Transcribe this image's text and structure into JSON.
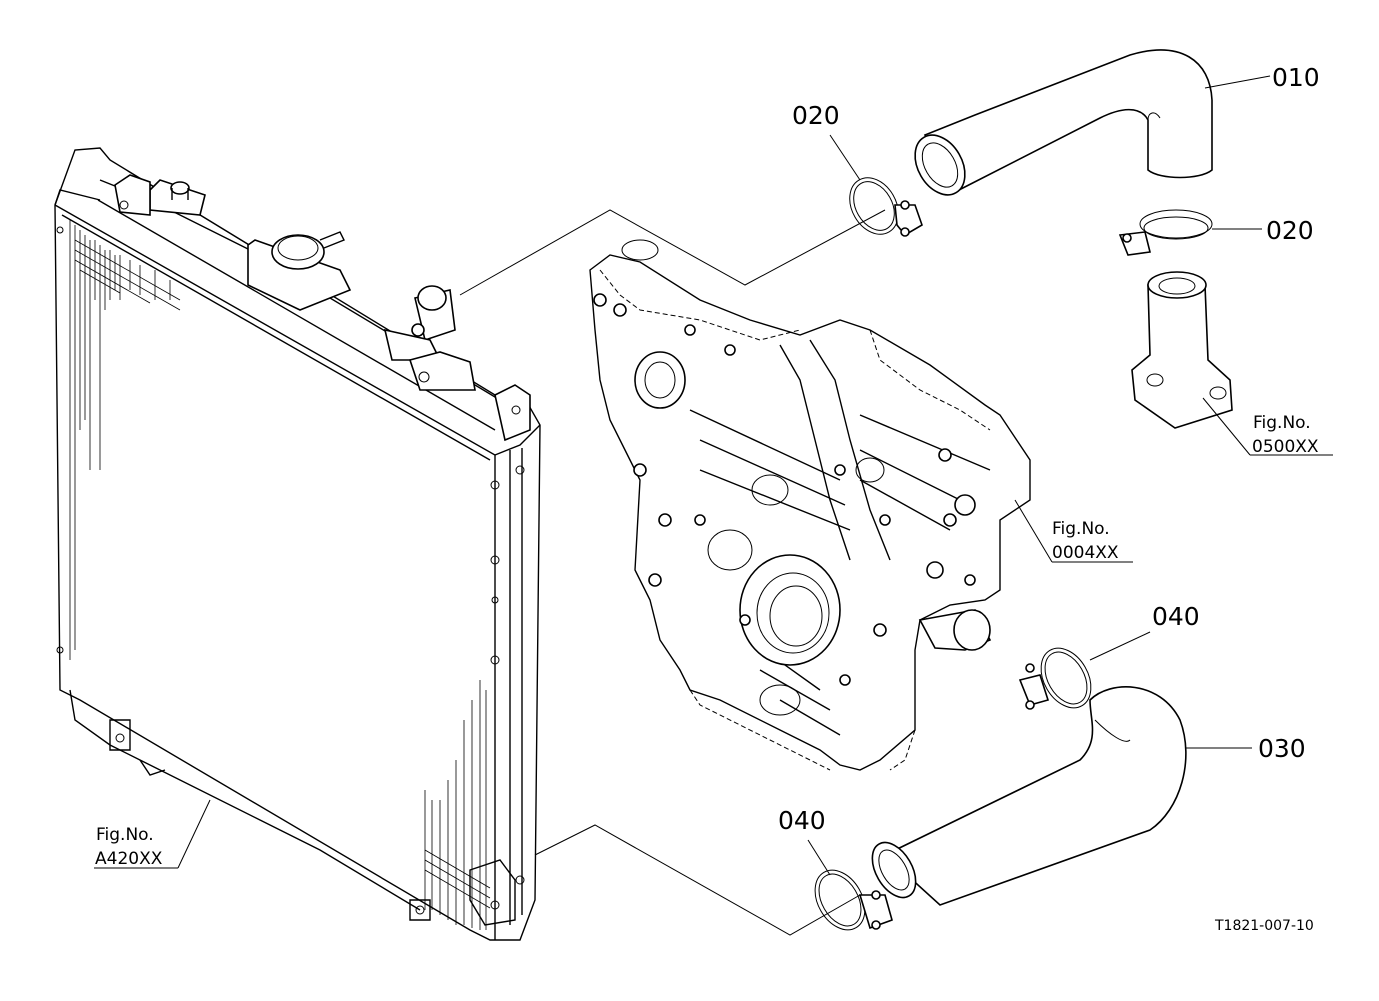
{
  "diagram": {
    "callouts": [
      {
        "id": "010",
        "text": "010"
      },
      {
        "id": "020a",
        "text": "020"
      },
      {
        "id": "020b",
        "text": "020"
      },
      {
        "id": "030",
        "text": "030"
      },
      {
        "id": "040a",
        "text": "040"
      },
      {
        "id": "040b",
        "text": "040"
      }
    ],
    "figure_refs": [
      {
        "line1": "Fig.No.",
        "line2": "0500XX"
      },
      {
        "line1": "Fig.No.",
        "line2": "0004XX"
      },
      {
        "line1": "Fig.No.",
        "line2": "A420XX"
      }
    ],
    "drawing_code": "T1821-007-10"
  }
}
